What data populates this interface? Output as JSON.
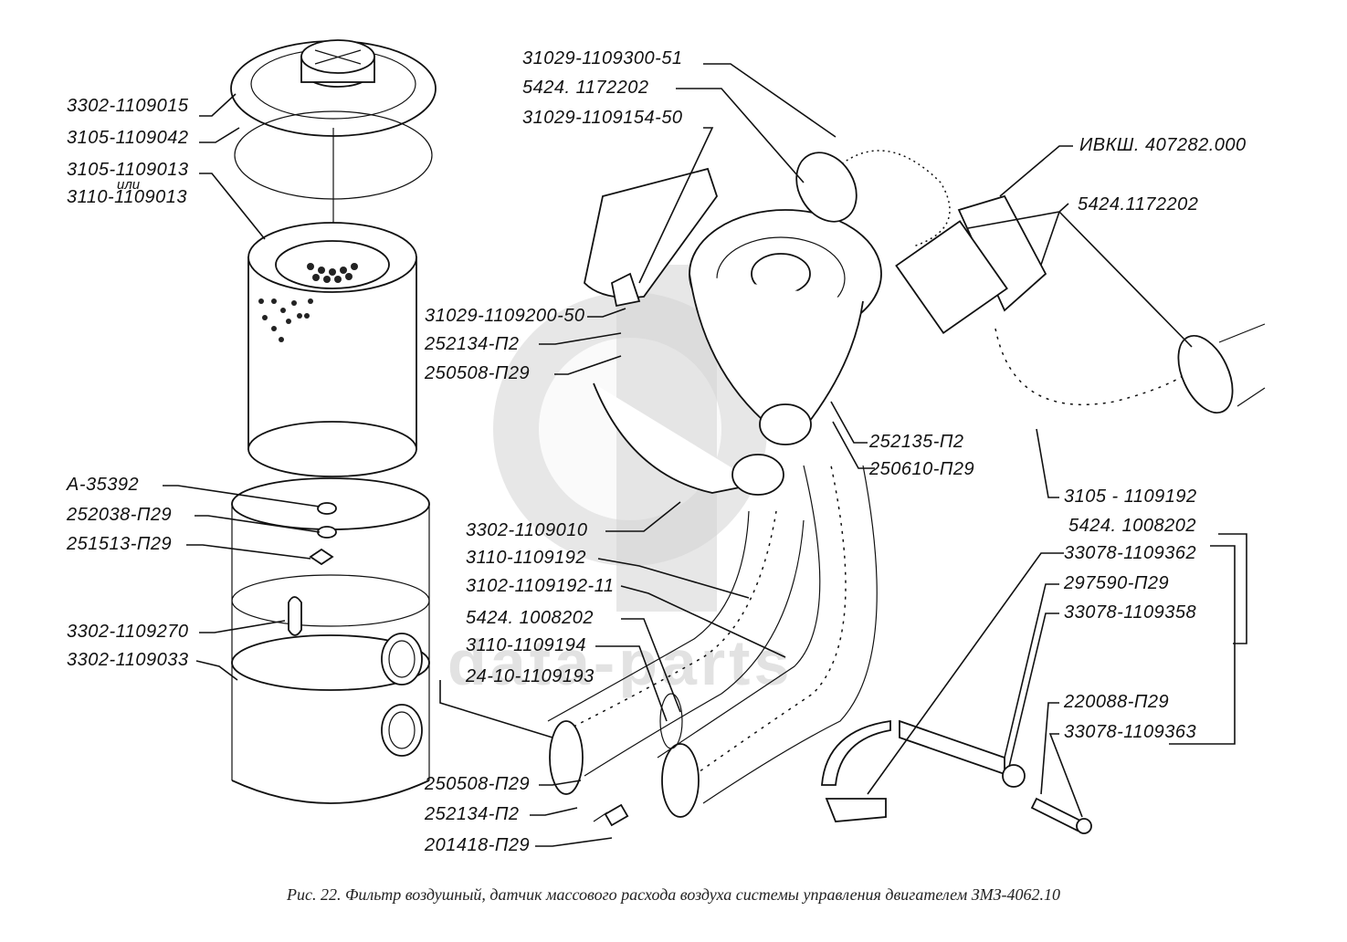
{
  "figure": {
    "caption": "Рис. 22. Фильтр воздушный, датчик массового расхода воздуха системы управления двигателем ЗМЗ-4062.10",
    "watermark": "data-parts"
  },
  "labels": {
    "l01": "3302-1109015",
    "l02": "3105-1109042",
    "l03": "3105-1109013",
    "l03_or": "или",
    "l04": "3110-1109013",
    "l05": "31029-1109300-51",
    "l06": "5424. 1172202",
    "l07": "31029-1109154-50",
    "l08": "ИВКШ. 407282.000",
    "l09": "5424.1172202",
    "l10": "31029-1109200-50",
    "l11": "252134-П2",
    "l12": "250508-П29",
    "l13": "252135-П2",
    "l14": "250610-П29",
    "l15": "3105 - 1109192",
    "l16": "А-35392",
    "l17": "252038-П29",
    "l18": "251513-П29",
    "l19": "3302-1109010",
    "l20": "3110-1109192",
    "l21": "3102-1109192-11",
    "l22": "5424. 1008202",
    "l23": "3110-1109194",
    "l24": "24-10-1109193",
    "l25": "3302-1109270",
    "l26": "3302-1109033",
    "l27": "5424. 1008202",
    "l28": "33078-1109362",
    "l29": "297590-П29",
    "l30": "33078-1109358",
    "l31": "220088-П29",
    "l32": "33078-1109363",
    "l33": "250508-П29",
    "l34": "252134-П2",
    "l35": "201418-П29"
  }
}
